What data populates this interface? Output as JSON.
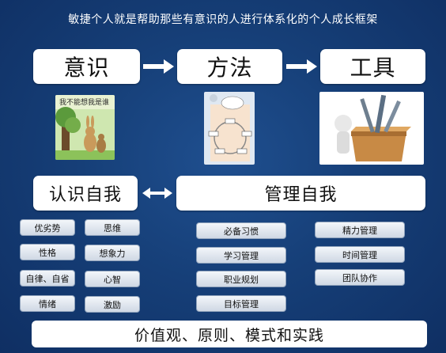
{
  "title": "敏捷个人就是帮助那些有意识的人进行体系化的个人成长框架",
  "top_boxes": [
    "意识",
    "方法",
    "工具"
  ],
  "images": {
    "book_caption": "我不能想我是谁",
    "book_caption_2": "我是谁"
  },
  "middle_boxes": {
    "left": "认识自我",
    "right": "管理自我"
  },
  "left_tags_col1": [
    "优劣势",
    "性格",
    "自律、自省",
    "情绪"
  ],
  "left_tags_col2": [
    "思维",
    "想象力",
    "心智",
    "激励"
  ],
  "right_tags_col1": [
    "必备习惯",
    "学习管理",
    "职业规划",
    "目标管理"
  ],
  "right_tags_col2": [
    "精力管理",
    "时间管理",
    "团队协作"
  ],
  "bottom_bar": "价值观、原则、模式和实践",
  "colors": {
    "background": "#163f78",
    "box": "#ffffff",
    "tag_border": "#8fa2bb"
  }
}
